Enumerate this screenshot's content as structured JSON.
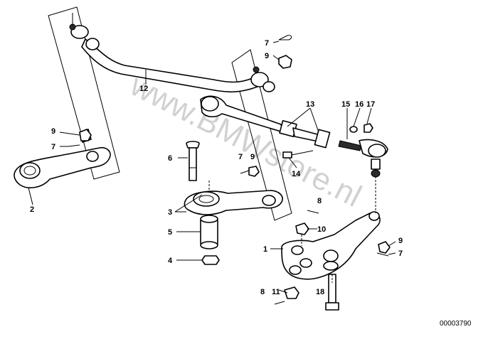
{
  "watermark": "www.BMWstore.nl",
  "reference_number": "00003790",
  "callouts": {
    "c1": "1",
    "c2": "2",
    "c3": "3",
    "c4": "4",
    "c5": "5",
    "c6": "6",
    "c7a": "7",
    "c7b": "7",
    "c7c": "7",
    "c7d": "7",
    "c8a": "8",
    "c8b": "8",
    "c9a": "9",
    "c9b": "9",
    "c9c": "9",
    "c9d": "9",
    "c10": "10",
    "c11": "11",
    "c12": "12",
    "c13": "13",
    "c14": "14",
    "c15": "15",
    "c16": "16",
    "c17": "17",
    "c18": "18"
  }
}
